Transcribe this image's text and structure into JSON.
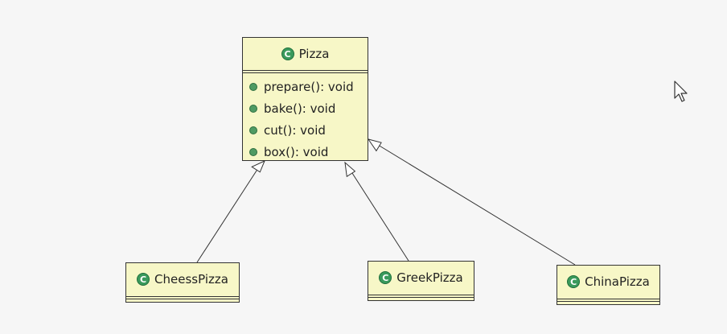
{
  "diagram": {
    "classes": {
      "pizza": {
        "name": "Pizza",
        "stereotype_icon": "class-icon",
        "methods": [
          {
            "label": "prepare(): void",
            "icon": "method-icon"
          },
          {
            "label": "bake(): void",
            "icon": "method-icon"
          },
          {
            "label": "cut(): void",
            "icon": "method-icon"
          },
          {
            "label": "box(): void",
            "icon": "method-icon"
          }
        ]
      },
      "cheess": {
        "name": "CheessPizza",
        "stereotype_icon": "class-icon"
      },
      "greek": {
        "name": "GreekPizza",
        "stereotype_icon": "class-icon"
      },
      "china": {
        "name": "ChinaPizza",
        "stereotype_icon": "class-icon"
      }
    },
    "relations": [
      {
        "type": "generalization",
        "from": "CheessPizza",
        "to": "Pizza"
      },
      {
        "type": "generalization",
        "from": "GreekPizza",
        "to": "Pizza"
      },
      {
        "type": "generalization",
        "from": "ChinaPizza",
        "to": "Pizza"
      }
    ],
    "class_icon_glyph": "C",
    "colors": {
      "background": "#f6f6f6",
      "class_fill": "#f7f7c7",
      "border": "#333333",
      "icon_green": "#3a9a5c"
    }
  }
}
